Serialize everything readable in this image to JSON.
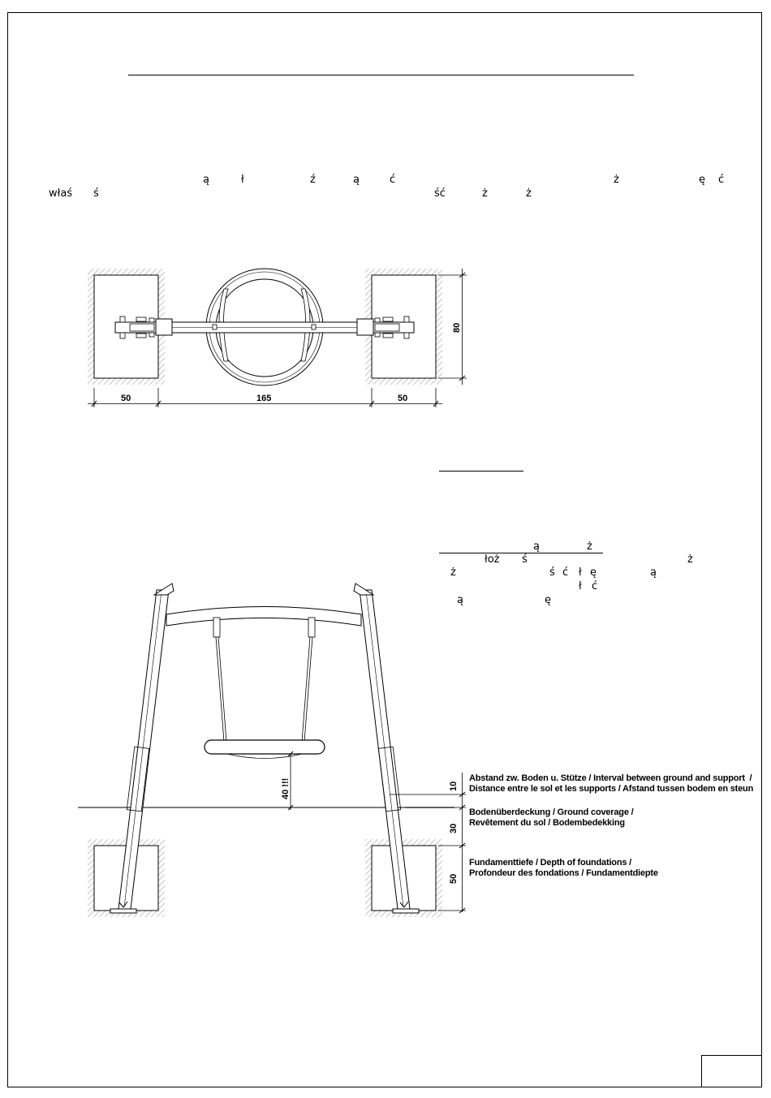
{
  "header_fragments": {
    "line1": [
      "ą",
      "ł",
      "ź",
      "ą",
      "ć",
      "ż",
      "ę",
      "ć"
    ],
    "line2": [
      "właś",
      "ś",
      "ść",
      "ż",
      "ż"
    ]
  },
  "right_fragments": {
    "row1": [
      "ą",
      "ż"
    ],
    "row2": [
      "łoż",
      "ś",
      "ż"
    ],
    "row3": [
      "ż",
      "ś",
      "ć",
      "ł",
      "ę",
      "ą"
    ],
    "row4": [
      "ł",
      "ć"
    ],
    "row5": [
      "ą",
      "ę"
    ]
  },
  "plan_dimensions": {
    "left": "50",
    "middle": "165",
    "right": "50",
    "depth": "80"
  },
  "elevation_dimensions": {
    "seat_height": "40 !!!",
    "gap": "10",
    "coverage": "30",
    "foundation": "50"
  },
  "notes": {
    "gap_line1": "Abstand zw. Boden u. Stütze / Interval between ground and support  /",
    "gap_line2": "Distance entre le sol et les supports / Afstand tussen bodem en steun",
    "coverage_line1": "Bodenüberdeckung / Ground coverage /",
    "coverage_line2": "Revêtement du sol / Bodembedekking",
    "foundation_line1": "Fundamenttiefe / Depth of foundations /",
    "foundation_line2": "Profondeur des fondations / Fundamentdiepte"
  },
  "colors": {
    "line": "#000000",
    "hatch": "#b8b8b8",
    "ground": "#555555"
  }
}
